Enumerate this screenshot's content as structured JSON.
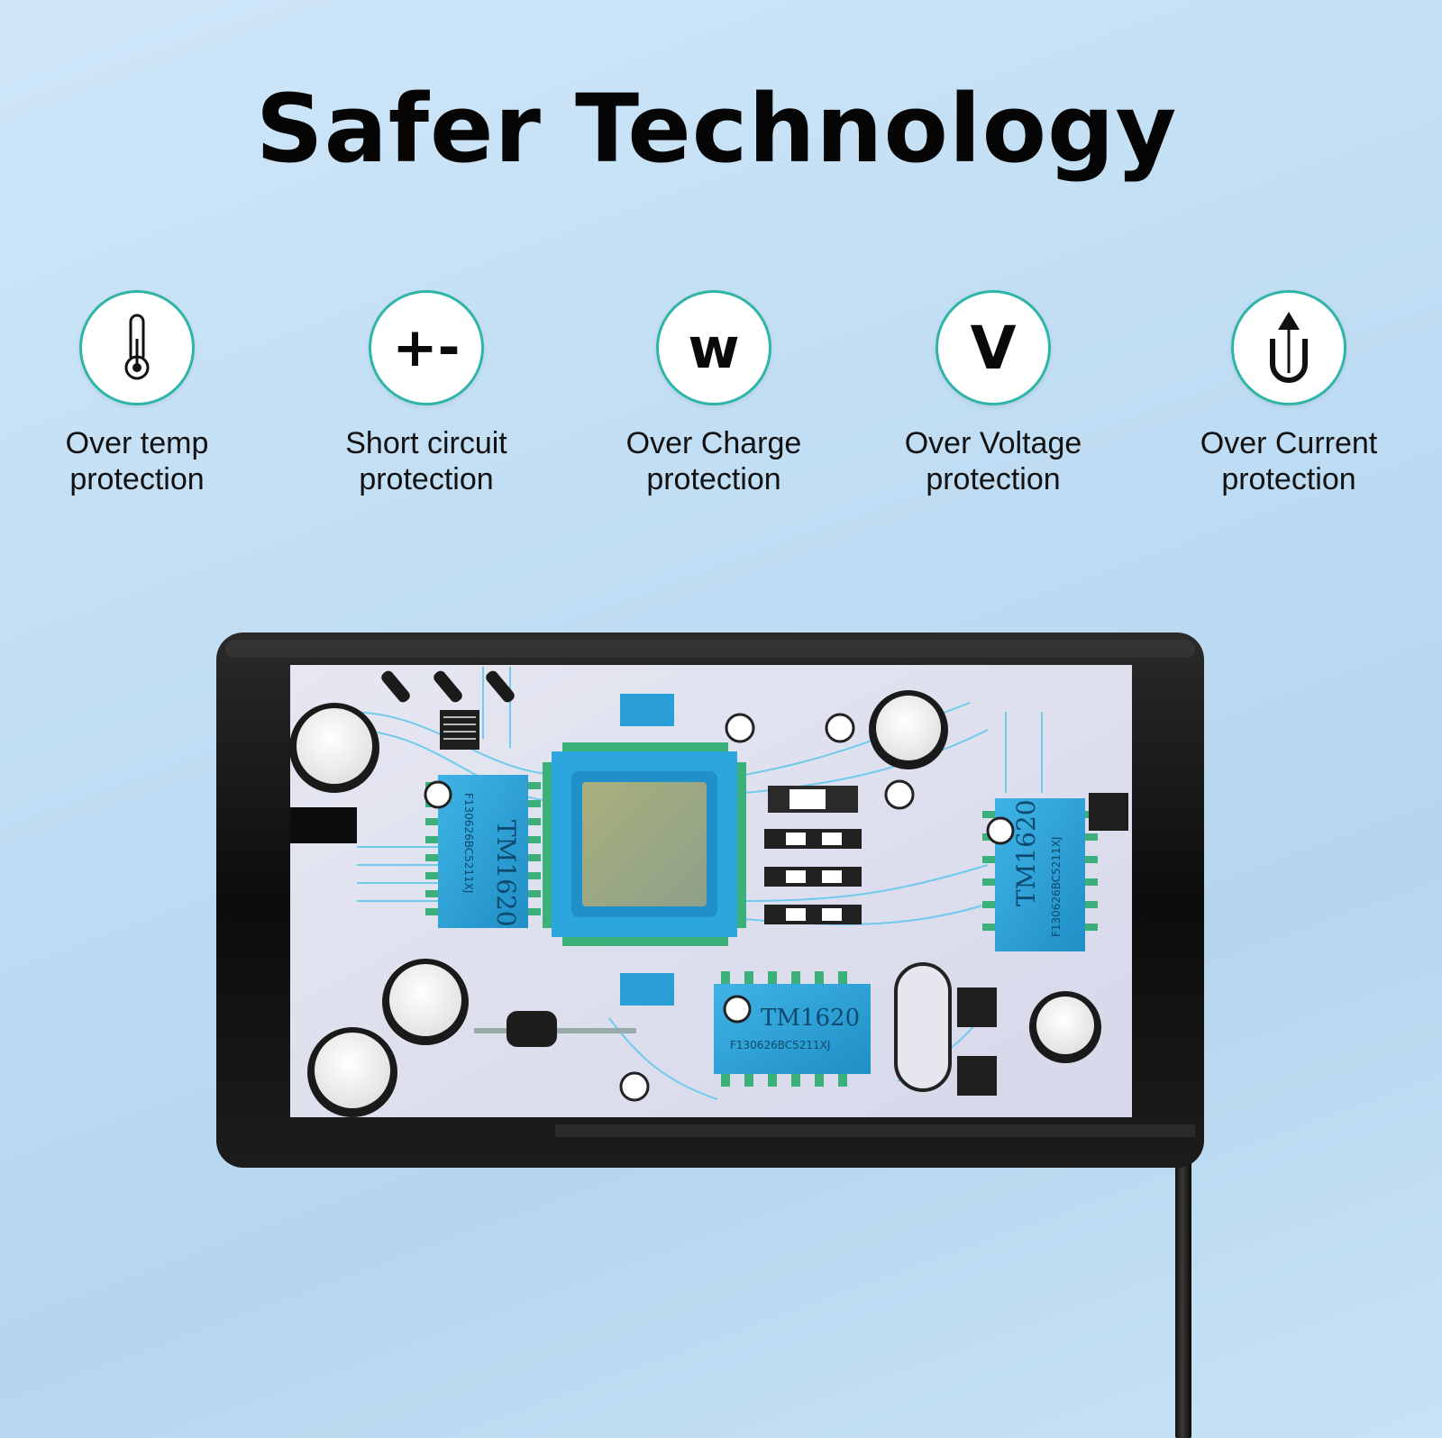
{
  "headline": "Safer Technology",
  "features": [
    {
      "icon": "thermometer-icon",
      "line1": "Over temp",
      "line2": "protection"
    },
    {
      "icon": "plus-minus-icon",
      "glyph": "+-",
      "line1": "Short circuit",
      "line2": "protection"
    },
    {
      "icon": "watt-icon",
      "glyph": "w",
      "line1": "Over Charge",
      "line2": "protection"
    },
    {
      "icon": "volt-icon",
      "glyph": "V",
      "line1": "Over Voltage",
      "line2": "protection"
    },
    {
      "icon": "current-arrow-icon",
      "line1": "Over Current",
      "line2": "protection"
    }
  ],
  "chips": {
    "chip_model": "TM1620",
    "chip_code": "F130626BC5211XJ"
  },
  "colors": {
    "accent_teal": "#2fb5a8",
    "chip_blue": "#2a9fd6",
    "case_black": "#111111"
  }
}
